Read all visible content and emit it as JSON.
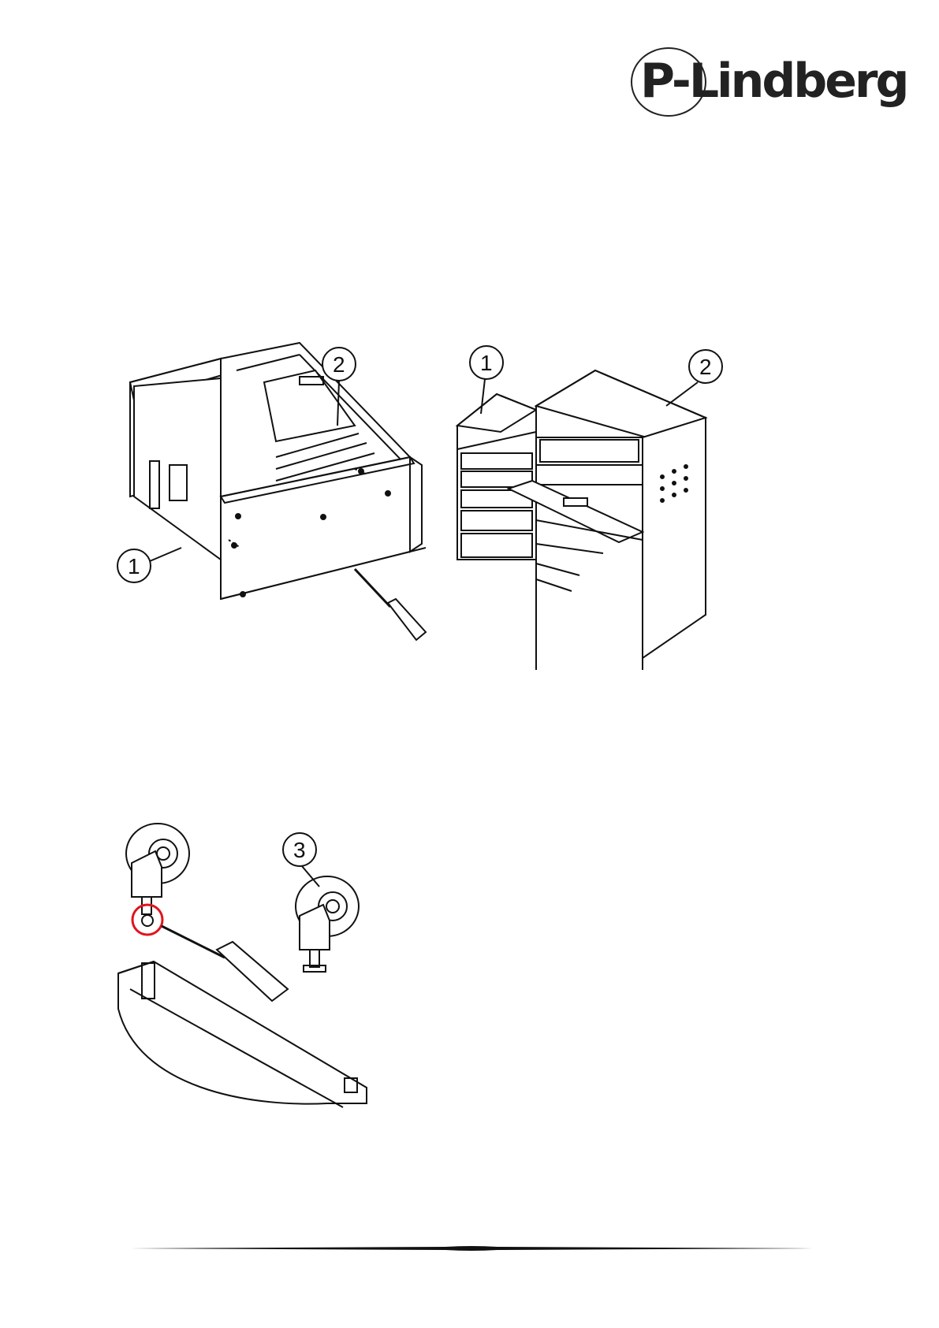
{
  "brand": {
    "logo_text": "P-Lindberg"
  },
  "figure_top_left": {
    "callouts": [
      "2",
      "1"
    ]
  },
  "figure_top_right": {
    "callouts": [
      "1",
      "2"
    ]
  },
  "figure_bottom": {
    "callouts": [
      "3"
    ],
    "highlight_color": "#e0141e"
  },
  "colors": {
    "line": "#111111",
    "paper": "#ffffff"
  }
}
